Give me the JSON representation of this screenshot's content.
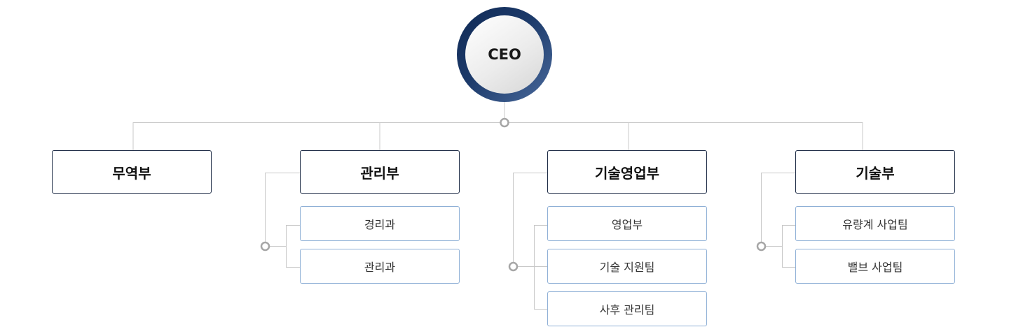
{
  "ceo": {
    "label": "CEO"
  },
  "departments": [
    {
      "label": "무역부",
      "teams": []
    },
    {
      "label": "관리부",
      "teams": [
        "경리과",
        "관리과"
      ]
    },
    {
      "label": "기술영업부",
      "teams": [
        "영업부",
        "기술 지원팀",
        "사후 관리팀"
      ]
    },
    {
      "label": "기술부",
      "teams": [
        "유량계 사업팀",
        "밸브 사업팀"
      ]
    }
  ],
  "colors": {
    "ring_dark": "#102a55",
    "ring_light": "#4a6a9c",
    "dept_border": "#1d2b45",
    "team_border": "#8fb0d6",
    "connector": "#c8c8c8",
    "node_circle": "#a6a6a6"
  }
}
